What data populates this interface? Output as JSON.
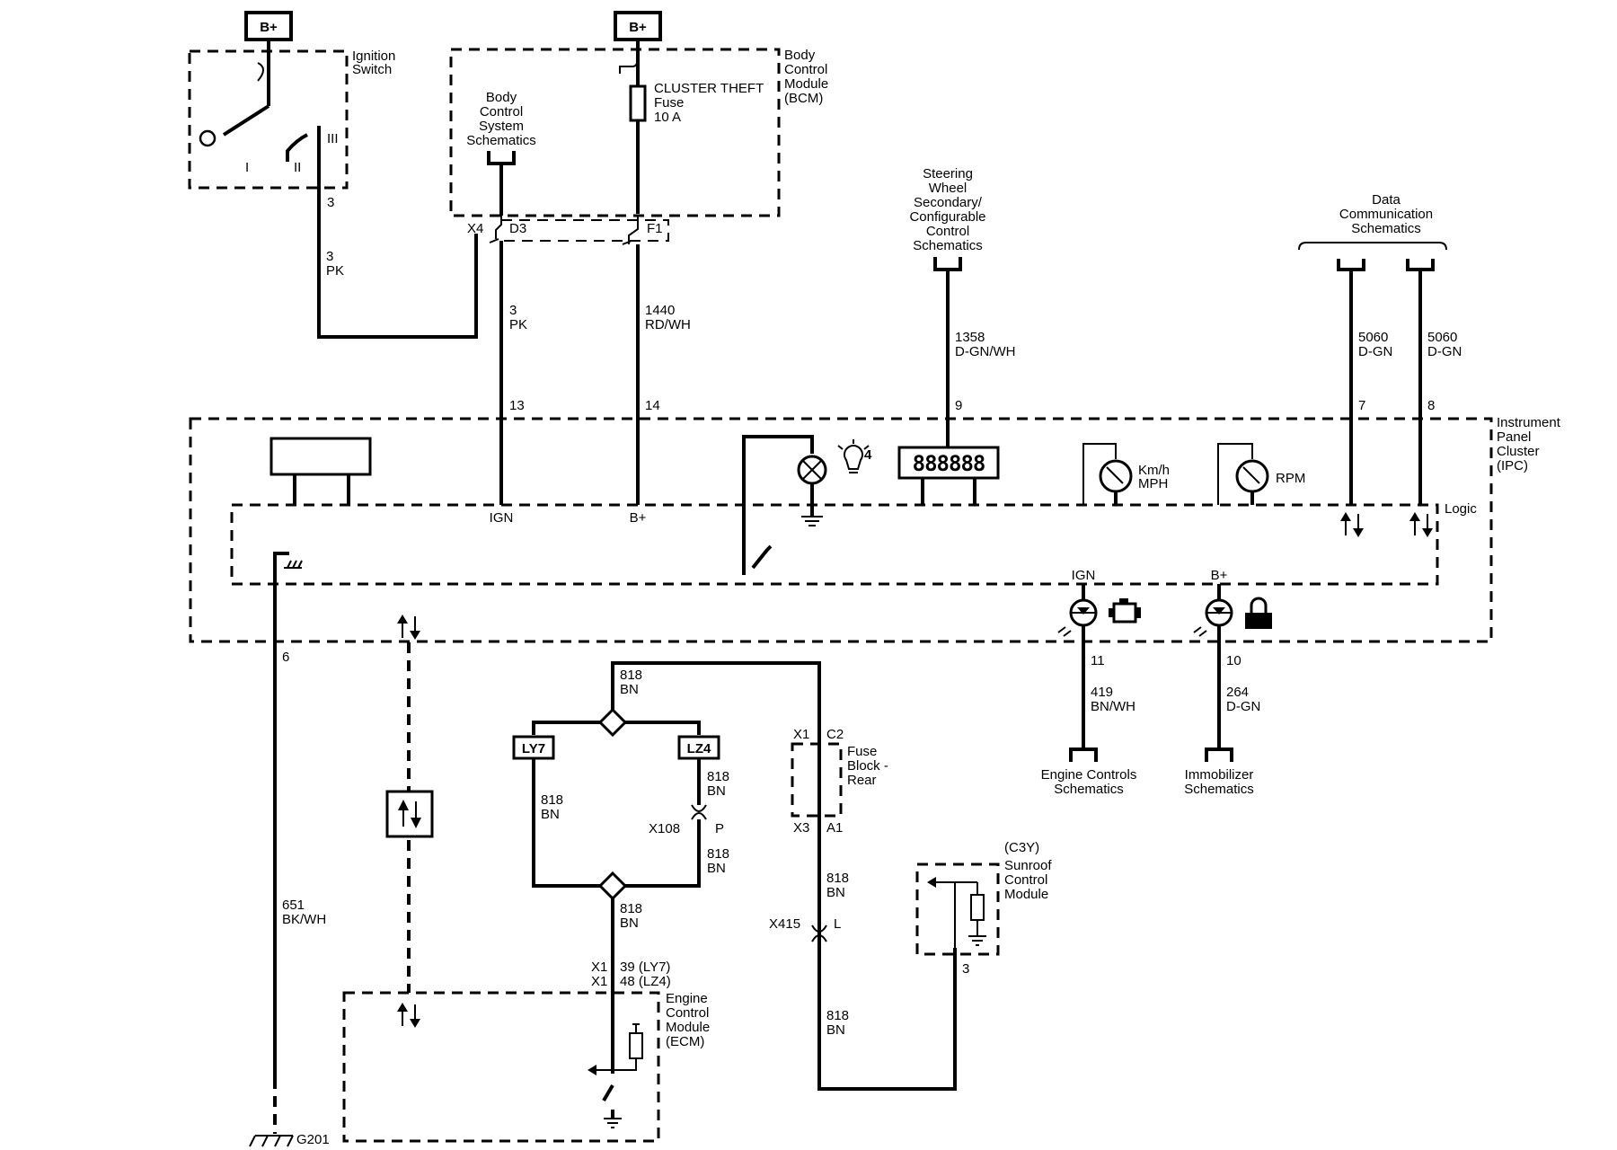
{
  "power": {
    "bplus_left": "B+",
    "bplus_right": "B+"
  },
  "ignition_switch": {
    "label_l1": "Ignition",
    "label_l2": "Switch",
    "pos_1": "I",
    "pos_2": "II",
    "pos_3": "III",
    "pin": "3"
  },
  "bcm": {
    "label_l1": "Body",
    "label_l2": "Control",
    "label_l3": "Module",
    "label_l4": "(BCM)",
    "fuse_l1": "CLUSTER THEFT",
    "fuse_l2": "Fuse",
    "fuse_l3": "10 A",
    "sys_l1": "Body",
    "sys_l2": "Control",
    "sys_l3": "System",
    "sys_l4": "Schematics",
    "conn_x4": "X4",
    "pin_d3": "D3",
    "pin_f1": "F1"
  },
  "wires": {
    "w_ign_circ": "3",
    "w_ign_color": "PK",
    "w_ipc13_circ": "3",
    "w_ipc13_color": "PK",
    "w_ipc14_circ": "1440",
    "w_ipc14_color": "RD/WH",
    "w_sw_circ": "1358",
    "w_sw_color": "D-GN/WH",
    "w_data7_circ": "5060",
    "w_data7_color": "D-GN",
    "w_data8_circ": "5060",
    "w_data8_color": "D-GN",
    "w_gnd_circ": "651",
    "w_gnd_color": "BK/WH",
    "w_eng_circ": "419",
    "w_eng_color": "BN/WH",
    "w_imm_circ": "264",
    "w_imm_color": "D-GN",
    "w_818_circ": "818",
    "w_818_color": "BN"
  },
  "steering": {
    "l1": "Steering",
    "l2": "Wheel",
    "l3": "Secondary/",
    "l4": "Configurable",
    "l5": "Control",
    "l6": "Schematics"
  },
  "data_comm": {
    "l1": "Data",
    "l2": "Communication",
    "l3": "Schematics"
  },
  "ipc": {
    "label_l1": "Instrument",
    "label_l2": "Panel",
    "label_l3": "Cluster",
    "label_l4": "(IPC)",
    "logic": "Logic",
    "pin_13": "13",
    "pin_14": "14",
    "pin_9": "9",
    "pin_7": "7",
    "pin_8": "8",
    "pin_6": "6",
    "pin_11": "11",
    "pin_10": "10",
    "ign": "IGN",
    "bplus": "B+",
    "ign_lower": "IGN",
    "bplus_lower": "B+",
    "display_text": "888888",
    "lamp_num": "4",
    "speed_l1": "Km/h",
    "speed_l2": "MPH",
    "rpm": "RPM"
  },
  "engine_controls": {
    "l1": "Engine Controls",
    "l2": "Schematics"
  },
  "immobilizer": {
    "l1": "Immobilizer",
    "l2": "Schematics"
  },
  "options": {
    "ly7": "LY7",
    "lz4": "LZ4"
  },
  "connectors": {
    "x108": "X108",
    "x108_pin": "P",
    "x415": "X415",
    "x415_pin": "L"
  },
  "fuse_block": {
    "l1": "Fuse",
    "l2": "Block -",
    "l3": "Rear",
    "x1": "X1",
    "c2": "C2",
    "x3": "X3",
    "a1": "A1"
  },
  "sunroof": {
    "l1": "(C3Y)",
    "l2": "Sunroof",
    "l3": "Control",
    "l4": "Module",
    "pin": "3"
  },
  "ecm": {
    "l1": "Engine",
    "l2": "Control",
    "l3": "Module",
    "l4": "(ECM)",
    "x1a": "X1",
    "x1b": "X1",
    "pin_ly7": "39 (LY7)",
    "pin_lz4": "48 (LZ4)"
  },
  "ground": {
    "g201": "G201"
  }
}
